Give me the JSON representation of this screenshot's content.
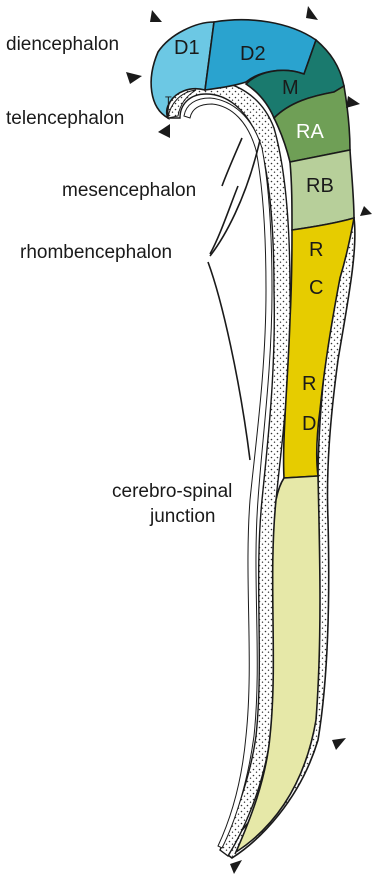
{
  "figure": {
    "labels": {
      "diencephalon": "diencephalon",
      "telencephalon": "telencephalon",
      "mesencephalon": "mesencephalon",
      "rhombencephalon": "rhombencephalon",
      "junction_line1": "cerebro-spinal",
      "junction_line2": "junction"
    },
    "segments": {
      "d1": "D1",
      "d2": "D2",
      "m": "M",
      "ra": "RA",
      "rb": "RB",
      "rc_1": "R",
      "rc_2": "C",
      "rd_1": "R",
      "rd_2": "D",
      "t": "T"
    },
    "colors": {
      "d1": "#6cc8e4",
      "d2": "#2aa3cf",
      "m": "#1a7a6e",
      "ra": "#6f9f56",
      "rb": "#b7cf9a",
      "rc_rd": "#e6cc00",
      "spinal": "#e6e8a8",
      "outline": "#1a1a1a"
    },
    "markers": [
      "arrowhead",
      "arrowhead",
      "arrowhead",
      "arrowhead",
      "arrowhead",
      "arrowhead",
      "arrowhead",
      "arrowhead"
    ]
  }
}
